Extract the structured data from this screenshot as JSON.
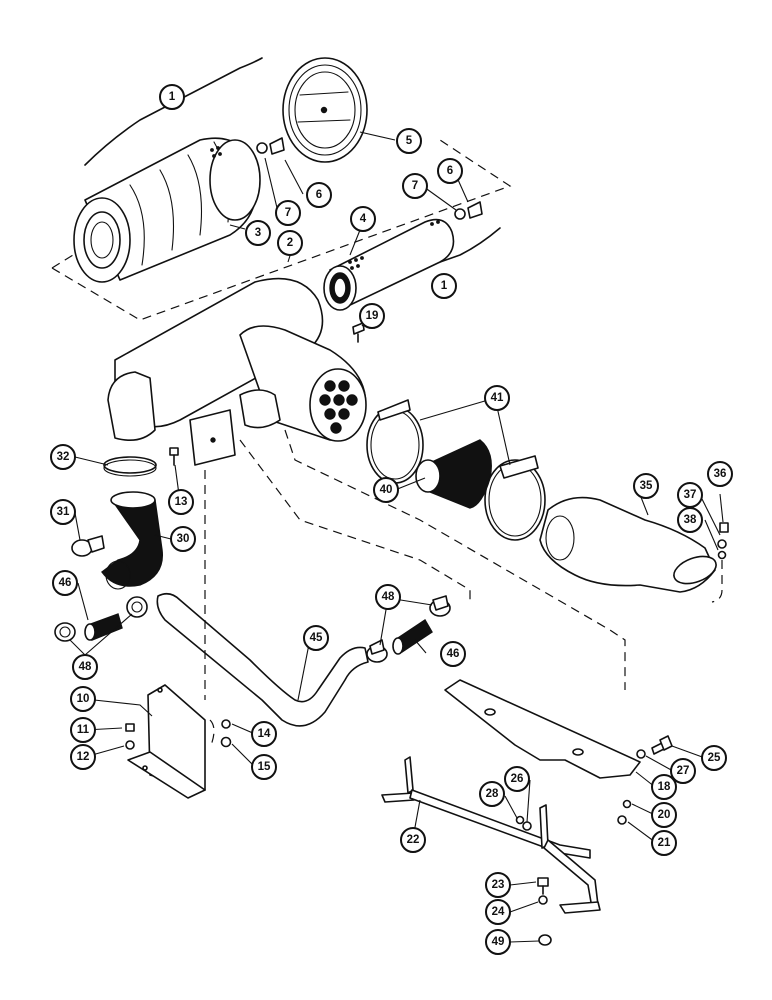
{
  "figure": {
    "theme": {
      "ink": "#111111",
      "paper": "#ffffff"
    },
    "callouts": {
      "c1a": "1",
      "c1b": "1",
      "c2": "2",
      "c3": "3",
      "c4": "4",
      "c5": "5",
      "c6a": "6",
      "c6b": "6",
      "c7a": "7",
      "c7b": "7",
      "c10": "10",
      "c11": "11",
      "c12": "12",
      "c13": "13",
      "c14": "14",
      "c15": "15",
      "c18": "18",
      "c19": "19",
      "c20": "20",
      "c21": "21",
      "c22": "22",
      "c23": "23",
      "c24": "24",
      "c25": "25",
      "c26": "26",
      "c27": "27",
      "c28": "28",
      "c30": "30",
      "c31": "31",
      "c32": "32",
      "c35": "35",
      "c36": "36",
      "c37": "37",
      "c38": "38",
      "c40": "40",
      "c41": "41",
      "c45": "45",
      "c46a": "46",
      "c46b": "46",
      "c48a": "48",
      "c48b": "48",
      "c49": "49"
    }
  }
}
